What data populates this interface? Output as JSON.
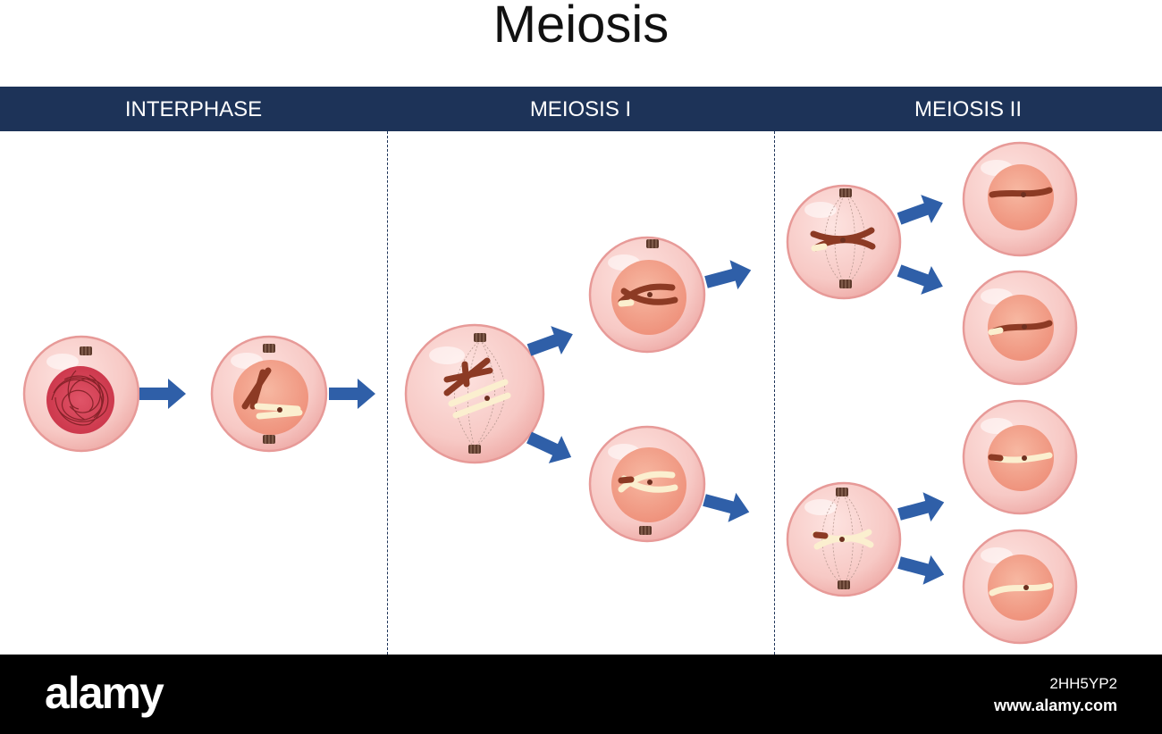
{
  "title": "Meiosis",
  "phases": [
    {
      "label": "INTERPHASE"
    },
    {
      "label": "MEIOSIS I"
    },
    {
      "label": "MEIOSIS II"
    }
  ],
  "footer": {
    "brand": "alamy",
    "image_id": "2HH5YP2",
    "website": "www.alamy.com"
  },
  "colors": {
    "header": "#1d3358",
    "arrow": "#2f5fa8",
    "cell_membrane": "#f6c7c4",
    "cell_outline": "#e9a2a0",
    "nucleus": "#f2a48f",
    "chromosome_maternal": "#8c3a24",
    "chromosome_paternal": "#fbefcf"
  }
}
